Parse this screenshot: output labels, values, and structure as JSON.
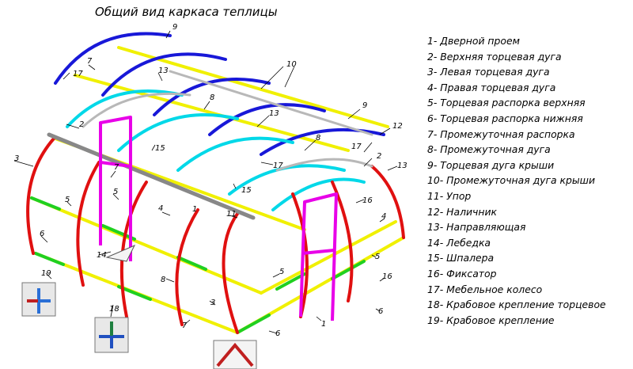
{
  "title": "Общий вид каркаса теплицы",
  "legend": [
    "1- Дверной проем",
    "2- Верхняя торцевая дуга",
    "3- Левая торцевая дуга",
    "4- Правая торцевая дуга",
    "5- Торцевая распорка верхняя",
    "6- Торцевая распорка нижняя",
    "7- Промежуточная распорка",
    "8- Промежуточная дуга",
    "9- Торцевая дуга крыши",
    "10- Промежуточная дуга крыши",
    "11- Упор",
    "12- Наличник",
    "13- Направляющая",
    "14- Лебедка",
    "15- Шпалера",
    "16- Фиксатор",
    "17- Мебельное колесо",
    "18- Крабовое крепление торцевое",
    "19- Крабовое крепление"
  ],
  "callouts": [
    "1",
    "2",
    "3",
    "4",
    "5",
    "6",
    "7",
    "8",
    "9",
    "10",
    "11",
    "12",
    "13",
    "14",
    "15",
    "16",
    "17",
    "18",
    "19"
  ],
  "colors": {
    "door_frame": "#e800e8",
    "end_arch": "#e01010",
    "roof_arch": "#1818d8",
    "top_arch": "#00d8e8",
    "spacer": "#f0f000",
    "ground_spacer": "#20d020",
    "rail": "#b8b8b8"
  }
}
